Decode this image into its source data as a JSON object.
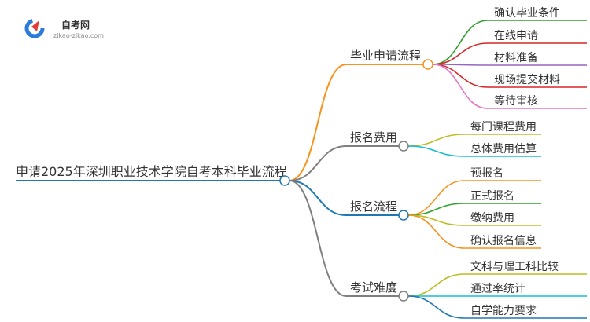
{
  "logo": {
    "name": "自考网",
    "domain": "zikao-zikao.com"
  },
  "mindmap": {
    "root": "申请2025年深圳职业技术学院自考本科毕业流程",
    "branches": [
      {
        "label": "毕业申请流程",
        "color": "#f7931e",
        "children": [
          {
            "label": "确认毕业条件",
            "color": "#2ca02c"
          },
          {
            "label": "在线申请",
            "color": "#d62728"
          },
          {
            "label": "材料准备",
            "color": "#9467bd"
          },
          {
            "label": "现场提交材料",
            "color": "#d62728"
          },
          {
            "label": "等待审核",
            "color": "#e377c2"
          }
        ]
      },
      {
        "label": "报名费用",
        "color": "#7f7f7f",
        "children": [
          {
            "label": "每门课程费用",
            "color": "#bcbd22"
          },
          {
            "label": "总体费用估算",
            "color": "#17becf"
          }
        ]
      },
      {
        "label": "报名流程",
        "color": "#1f77b4",
        "children": [
          {
            "label": "预报名",
            "color": "#f7931e"
          },
          {
            "label": "正式报名",
            "color": "#2ca02c"
          },
          {
            "label": "缴纳费用",
            "color": "#bcbd22"
          },
          {
            "label": "确认报名信息",
            "color": "#f7931e"
          }
        ]
      },
      {
        "label": "考试难度",
        "color": "#7f7f7f",
        "children": [
          {
            "label": "文科与理工科比较",
            "color": "#bcbd22"
          },
          {
            "label": "通过率统计",
            "color": "#17becf"
          },
          {
            "label": "自学能力要求",
            "color": "#1f77b4"
          }
        ]
      }
    ]
  }
}
